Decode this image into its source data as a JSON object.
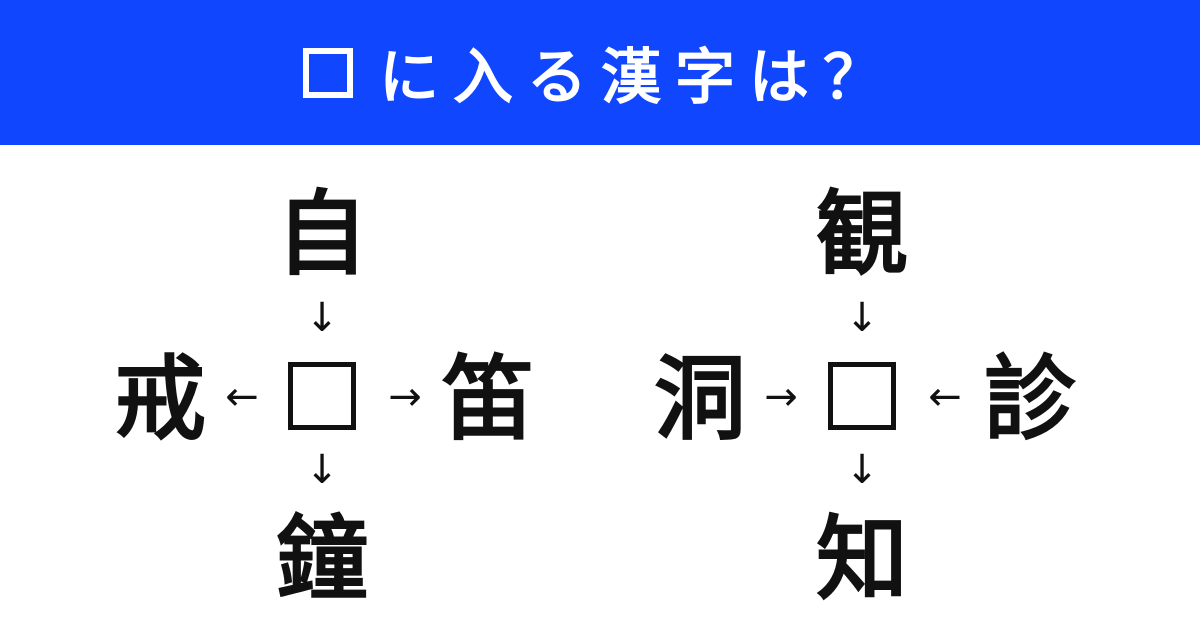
{
  "header": {
    "title": "に入る漢字は？",
    "colors": {
      "background": "#1146ff",
      "text": "#ffffff"
    }
  },
  "puzzles": [
    {
      "top": "自",
      "left": "戒",
      "right": "笛",
      "bottom": "鐘",
      "arrows": {
        "top": "↓",
        "left": "←",
        "right": "→",
        "bottom": "↓"
      }
    },
    {
      "top": "観",
      "left": "洞",
      "right": "診",
      "bottom": "知",
      "arrows": {
        "top": "↓",
        "left": "→",
        "right": "←",
        "bottom": "↓"
      }
    }
  ]
}
